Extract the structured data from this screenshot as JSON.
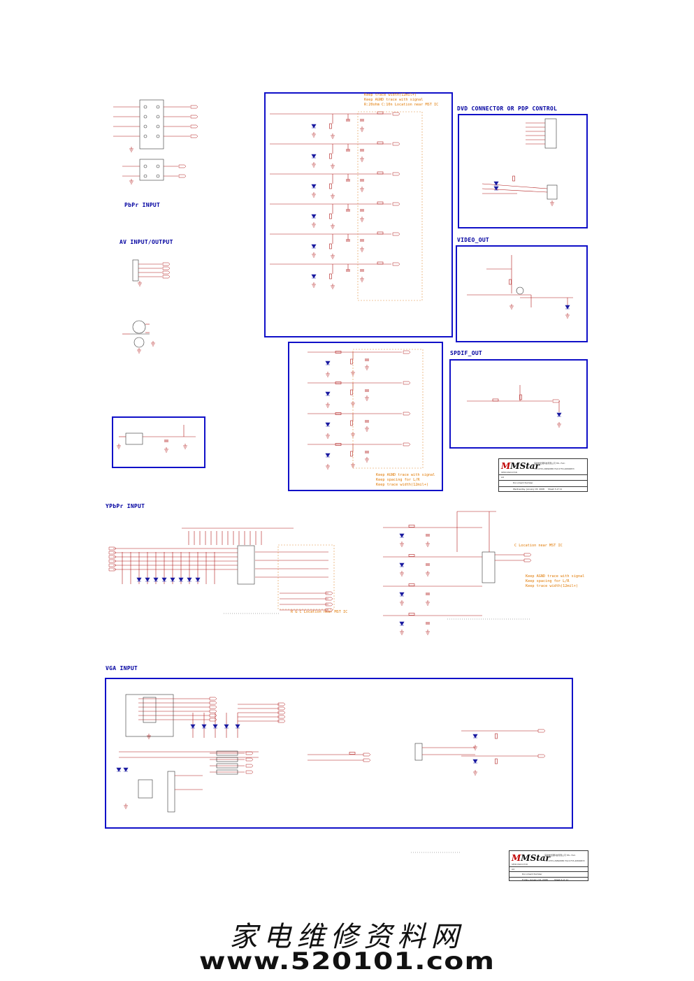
{
  "sections": {
    "pbpr_input": "PbPr INPUT",
    "av_io": "AV INPUT/OUTPUT",
    "dvd_connector": "DVD CONNECTOR OR PDP CONTROL",
    "video_out": "VIDEO_OUT",
    "spdif_out": "SPDIF_OUT",
    "ypbpr_input": "YPbPr INPUT",
    "vga_input": "VGA INPUT"
  },
  "notes": {
    "top_box": [
      "Keep trace width(12mil+)",
      "Keep AGND trace with signal",
      "R:20ohm C:10n Location near MST IC"
    ],
    "mid_box": [
      "Keep AGND trace with signal",
      "Keep spacing for L/R",
      "Keep trace width(12mil+)"
    ],
    "ypbpr_rc": "R & C Location near MST IC",
    "ypbpr_c": "C Location near MST IC",
    "ypbpr_right": [
      "Keep AGND trace with signal",
      "Keep spacing for L/R",
      "Keep trace width(12mil+)"
    ]
  },
  "title_blocks": [
    {
      "logo": "MStar",
      "sub": "SEMICONDUCTOR",
      "cn": "深圳市宏图科技有限公司 TEL: FAX:",
      "tel": "TEL:0755-26890885   FAX:0755-26890833",
      "size": "A4",
      "doc": "Document Number",
      "date": "Wednesday, January 03, 2008",
      "sheet": "Sheet 3 of 11"
    },
    {
      "logo": "MStar",
      "sub": "SEMICONDUCTOR",
      "cn": "深圳市宏图科技有限公司 TEL: FAX:",
      "tel": "TEL:0755-26890885   FAX:0755-26890833",
      "size": "A4",
      "doc": "Document Number",
      "date": "Friday, January 04, 2008",
      "sheet": "Sheet 4 of 11"
    }
  ],
  "watermark": {
    "chinese": "家电维修资料网",
    "url": "www.520101.com"
  },
  "colors": {
    "border": "#1010c8",
    "wire": "#b01818",
    "note": "#e07800",
    "heading": "#0000a0"
  }
}
